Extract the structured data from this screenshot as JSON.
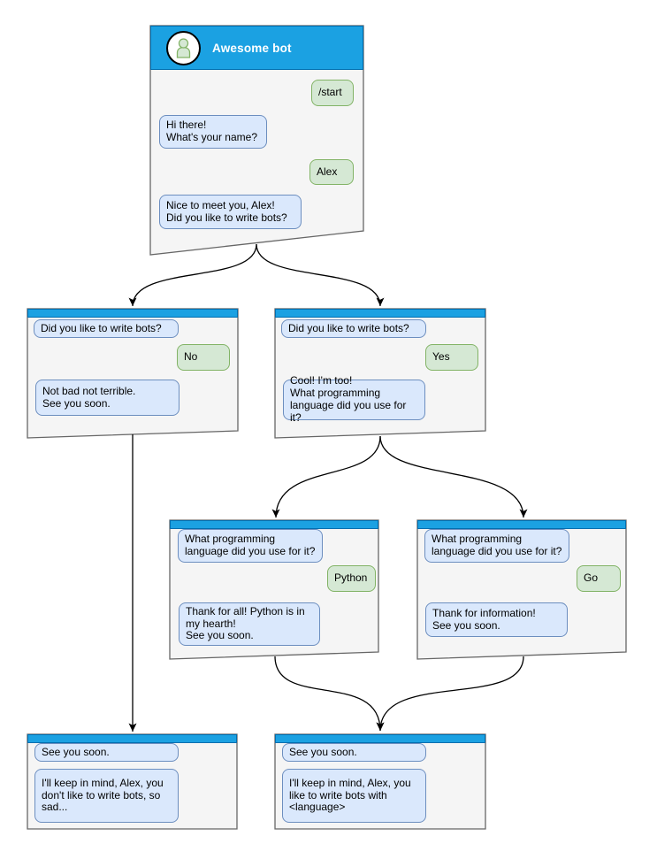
{
  "colors": {
    "header_blue": "#1BA1E2",
    "header_border": "#006EAF",
    "window_fill": "#F5F5F5",
    "window_border": "#666666",
    "bot_bubble_fill": "#DAE8FC",
    "bot_bubble_border": "#6C8EBF",
    "user_bubble_fill": "#D5E8D4",
    "user_bubble_border": "#82B366",
    "avatar_fill": "#D5E8D4",
    "avatar_border": "#82B366",
    "line_color": "#000000",
    "title_color": "#FFFFFF",
    "text_color": "#000000"
  },
  "windows": {
    "main": {
      "title": "Awesome bot",
      "avatar_icon": "person-icon",
      "messages": {
        "start_cmd": "/start",
        "greeting": "Hi there!\nWhat's your name?",
        "name_reply": "Alex",
        "bots_question": "Nice to meet you, Alex!\nDid you like to write bots?"
      }
    },
    "branch_no": {
      "messages": {
        "question": "Did you like to write bots?",
        "answer": "No",
        "reply": "Not bad not terrible.\nSee you soon."
      }
    },
    "branch_yes": {
      "messages": {
        "question": "Did you like to write bots?",
        "answer": "Yes",
        "reply": "Cool! I'm too!\nWhat programming\nlanguage did you use for it?"
      }
    },
    "branch_python": {
      "messages": {
        "question": "What programming\nlanguage did you use for it?",
        "answer": "Python",
        "reply": "Thank for all! Python is in\nmy hearth!\nSee you soon."
      }
    },
    "branch_go": {
      "messages": {
        "question": "What programming\nlanguage did you use for it?",
        "answer": "Go",
        "reply": "Thank for information!\nSee you soon."
      }
    },
    "end_no": {
      "messages": {
        "question": "See you soon.",
        "reply": "I'll keep in mind, Alex, you\ndon't like to write bots, so\nsad..."
      }
    },
    "end_yes": {
      "messages": {
        "question": "See you soon.",
        "reply": "I'll keep in mind, Alex, you\nlike to write bots with\n<language>"
      }
    }
  }
}
